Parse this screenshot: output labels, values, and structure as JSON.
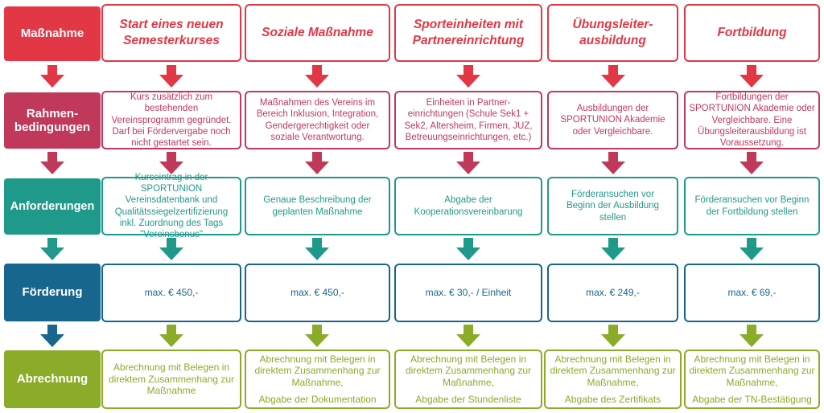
{
  "colors": {
    "red": "#e23745",
    "crimson": "#c0395b",
    "teal": "#1f9a8a",
    "blue": "#17668e",
    "green": "#8aac28",
    "header_text": "#ffffff"
  },
  "rows": {
    "massnahme": "Maßnahme",
    "rahmen": "Rahmen-\nbedingungen",
    "anforderungen": "Anforderungen",
    "foerderung": "Förderung",
    "abrechnung": "Abrechnung"
  },
  "columns": [
    {
      "title": "Start eines neuen\nSemesterkurses",
      "rahmen": "Kurs zusätzlich zum\nbestehenden\nVereinsprogramm gegründet.\nDarf bei Fördervergabe noch\nnicht gestartet sein.",
      "anforderungen": "Kurseintrag in der SPORTUNION\nVereinsdatenbank und\nQualitätssiegelzertifizierung\ninkl. Zuordnung des Tags\n\"Vereinsbonus\"",
      "foerderung": "max. € 450,-",
      "abrechnung_main": "Abrechnung mit Belegen in\ndirektem Zusammenhang zur\nMaßnahme",
      "abrechnung_extra": ""
    },
    {
      "title": "Soziale Maßnahme",
      "rahmen": "Maßnahmen des Vereins im\nBereich Inklusion, Integration,\nGendergerechtigkeit oder\nsoziale Verantwortung.",
      "anforderungen": "Genaue Beschreibung der\ngeplanten Maßnahme",
      "foerderung": "max. € 450,-",
      "abrechnung_main": "Abrechnung mit Belegen in\ndirektem Zusammenhang zur\nMaßnahme,",
      "abrechnung_extra": "Abgabe der Dokumentation"
    },
    {
      "title": "Sporteinheiten mit\nPartnereinrichtung",
      "rahmen": "Einheiten in Partner-\neinrichtungen (Schule Sek1 +\nSek2, Altersheim, Firmen, JUZ,\nBetreuungseinrichtungen, etc.)",
      "anforderungen": "Abgabe der\nKooperationsvereinbarung",
      "foerderung": "max. € 30,- / Einheit",
      "abrechnung_main": "Abrechnung mit Belegen in\ndirektem Zusammenhang zur\nMaßnahme,",
      "abrechnung_extra": "Abgabe der Stundenliste"
    },
    {
      "title": "Übungsleiter-\nausbildung",
      "rahmen": "Ausbildungen der\nSPORTUNION Akademie\noder Vergleichbare.",
      "anforderungen": "Förderansuchen vor\nBeginn der Ausbildung\nstellen",
      "foerderung": "max. € 249,-",
      "abrechnung_main": "Abrechnung mit Belegen in\ndirektem Zusammenhang zur\nMaßnahme,",
      "abrechnung_extra": "Abgabe des Zertifikats"
    },
    {
      "title": "Fortbildung",
      "rahmen": "Fortbildungen der\nSPORTUNION Akademie oder\nVergleichbare. Eine\nÜbungsleiterausbildung ist\nVoraussetzung.",
      "anforderungen": "Förderansuchen vor Beginn\nder Fortbildung stellen",
      "foerderung": "max. € 69,-",
      "abrechnung_main": "Abrechnung mit Belegen in\ndirektem Zusammenhang zur\nMaßnahme,",
      "abrechnung_extra": "Abgabe der TN-Bestätigung"
    }
  ]
}
